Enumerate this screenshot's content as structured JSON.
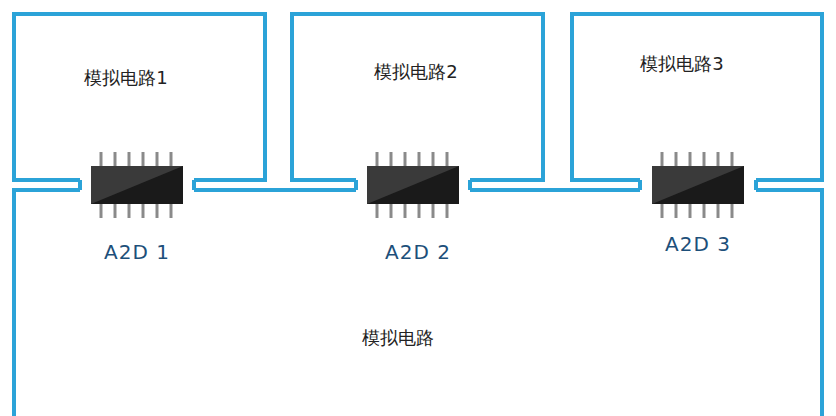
{
  "diagram": {
    "nodes": [
      {
        "text": [
          "模拟电路1"
        ]
      },
      {
        "text": [
          "模拟电路2"
        ]
      },
      {
        "text": [
          "模拟电路3"
        ]
      },
      {
        "text": [
          "模拟电路"
        ]
      }
    ],
    "labels": [
      "A2D 1",
      "A2D 2",
      "A2D 3"
    ]
  }
}
